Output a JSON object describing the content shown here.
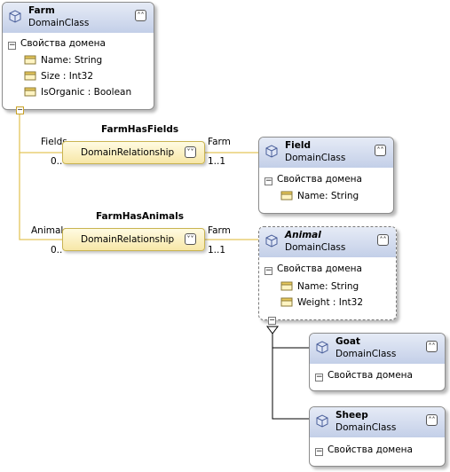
{
  "section_label": "Свойства домена",
  "collapse_glyph": "˄˄",
  "expand_glyph": "˅˅",
  "minus_glyph": "−",
  "classes": {
    "farm": {
      "name": "Farm",
      "kind": "DomainClass",
      "properties": [
        "Name: String",
        "Size : Int32",
        "IsOrganic : Boolean"
      ]
    },
    "field": {
      "name": "Field",
      "kind": "DomainClass",
      "properties": [
        "Name: String"
      ]
    },
    "animal": {
      "name": "Animal",
      "kind": "DomainClass",
      "properties": [
        "Name: String",
        "Weight : Int32"
      ]
    },
    "goat": {
      "name": "Goat",
      "kind": "DomainClass"
    },
    "sheep": {
      "name": "Sheep",
      "kind": "DomainClass"
    }
  },
  "relationships": {
    "fields": {
      "title": "FarmHasFields",
      "label": "DomainRelationship",
      "source_role": "Fields",
      "source_multiplicity": "0..*",
      "target_role": "Farm",
      "target_multiplicity": "1..1"
    },
    "animals": {
      "title": "FarmHasAnimals",
      "label": "DomainRelationship",
      "source_role": "Animals",
      "source_multiplicity": "0..*",
      "target_role": "Farm",
      "target_multiplicity": "1..1"
    }
  },
  "colors": {
    "class_header": "#c3cfe8",
    "relationship_fill": "#f7e7a7",
    "relationship_line": "#e0c050"
  }
}
